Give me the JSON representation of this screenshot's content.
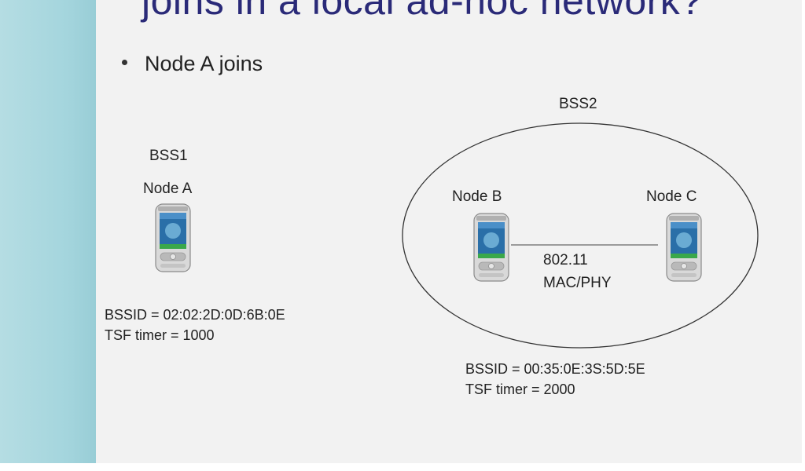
{
  "slide": {
    "title": "joins in a local ad-hoc network?",
    "bullet": "Node A joins"
  },
  "diagram": {
    "bss1": {
      "label": "BSS1",
      "node_label": "Node A",
      "bssid": "BSSID = 02:02:2D:0D:6B:0E",
      "tsf": "TSF timer = 1000"
    },
    "bss2": {
      "label": "BSS2",
      "node_b_label": "Node B",
      "node_c_label": "Node C",
      "link_label_1": "802.11",
      "link_label_2": "MAC/PHY",
      "bssid": "BSSID = 00:35:0E:3S:5D:5E",
      "tsf": "TSF timer = 2000"
    }
  },
  "icons": [
    "pda-device-icon"
  ]
}
